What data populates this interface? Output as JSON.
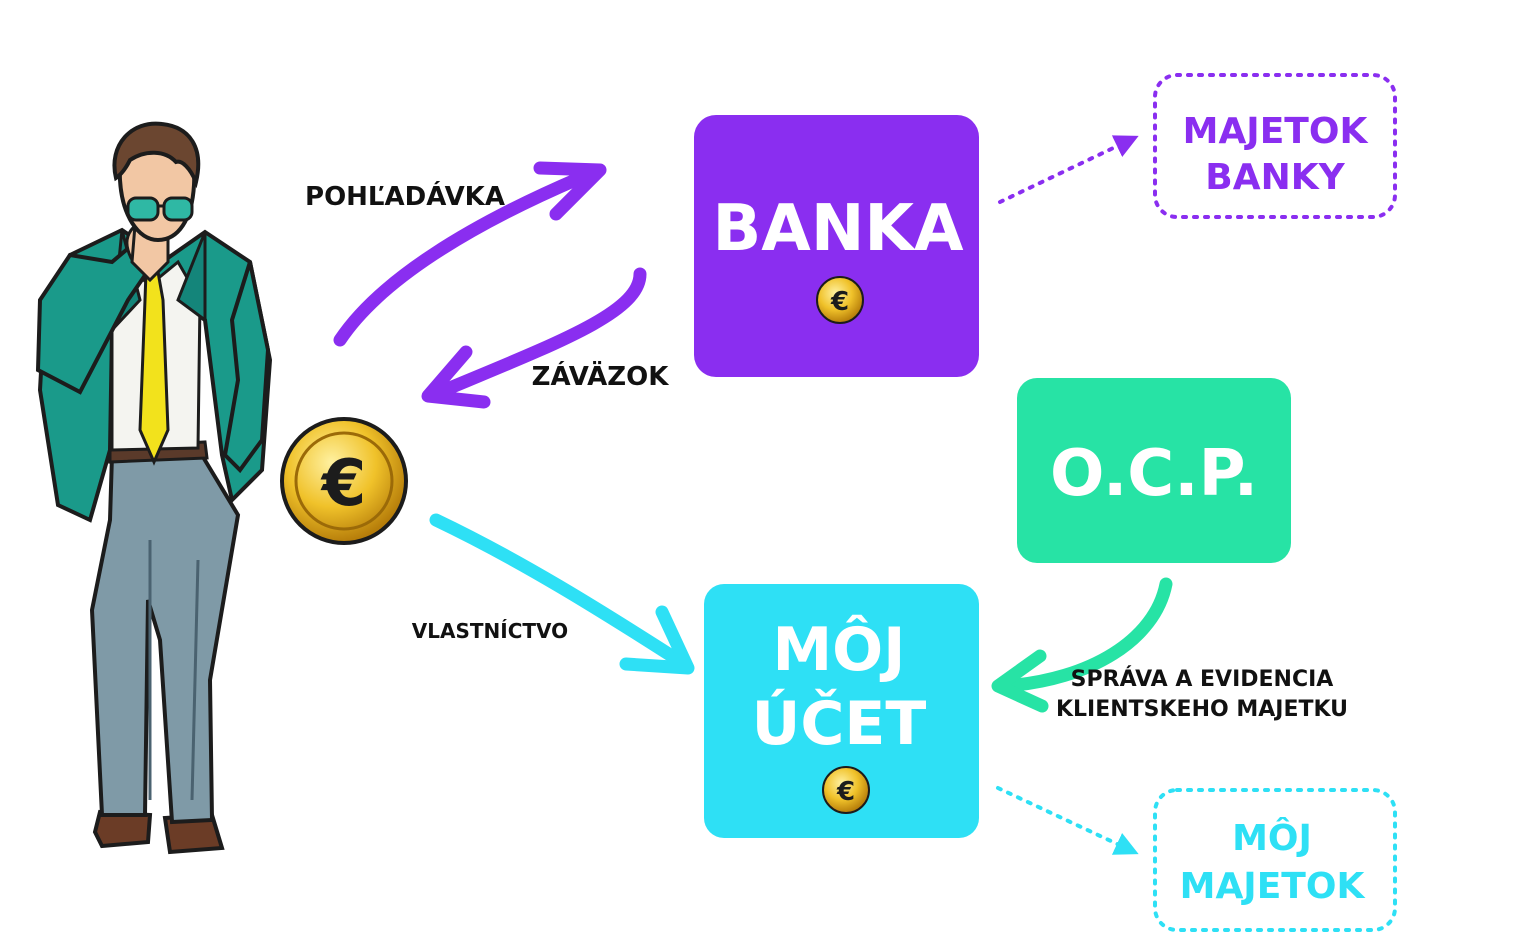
{
  "nodes": {
    "bank": {
      "label": "BANKA"
    },
    "ocp": {
      "label": "O.C.P."
    },
    "account": {
      "line1": "MÔJ",
      "line2": "ÚČET"
    },
    "bank_assets": {
      "line1": "MAJETOK",
      "line2": "BANKY"
    },
    "my_assets": {
      "line1": "MÔJ",
      "line2": "MAJETOK"
    }
  },
  "edges": {
    "claim": "POHĽADÁVKA",
    "liability": "ZÁVÄZOK",
    "ownership": "VLASTNÍCTVO",
    "custody_line1": "SPRÁVA A EVIDENCIA",
    "custody_line2": "KLIENTSKEHO MAJETKU"
  },
  "colors": {
    "bank": "#8a2ef0",
    "ocp": "#27e3a5",
    "account": "#2ee0f5",
    "text_dark": "#111111",
    "coin": "#e7b21c"
  }
}
